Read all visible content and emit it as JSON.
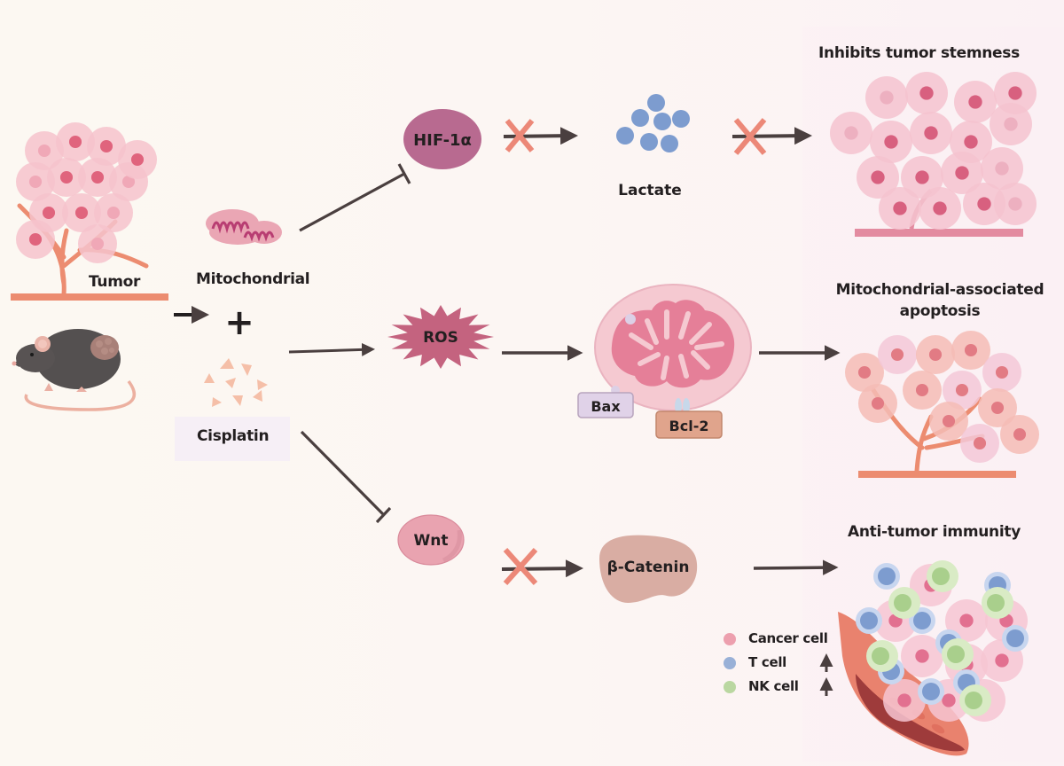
{
  "inputs": {
    "tumor_label": "Tumor",
    "mitochondrial_label": "Mitochondrial",
    "cisplatin_label": "Cisplatin",
    "plus_symbol": "+"
  },
  "pathways": {
    "top": {
      "node": "HIF-1α",
      "intermediate": "Lactate",
      "outcome": "Inhibits tumor stemness",
      "relation": "inhibits"
    },
    "middle": {
      "node": "ROS",
      "outcome_line1": "Mitochondrial-associated",
      "outcome_line2": "apoptosis",
      "proteins": [
        "Bax",
        "Bcl-2"
      ],
      "relation": "activates"
    },
    "bottom": {
      "node": "Wnt",
      "intermediate": "β-Catenin",
      "outcome": "Anti-tumor immunity",
      "relation": "inhibits"
    }
  },
  "legend": {
    "items": [
      {
        "label": "Cancer cell",
        "color": "#e9899c",
        "trend": ""
      },
      {
        "label": "T cell",
        "color": "#7f9fd0",
        "trend": "up"
      },
      {
        "label": "NK cell",
        "color": "#a9cf8c",
        "trend": "up"
      }
    ]
  },
  "colors": {
    "arrow": "#4a3f3f",
    "block_cross": "#ec8878",
    "hif": "#b86a90",
    "ros": "#c4637f",
    "wnt": "#e9a3b0",
    "catenin": "#d9ada3",
    "lactate": "#7d9ccf",
    "bax_fill": "#e0d2e8",
    "bcl2_fill": "#e0a48c",
    "vessel": "#e9826e"
  }
}
